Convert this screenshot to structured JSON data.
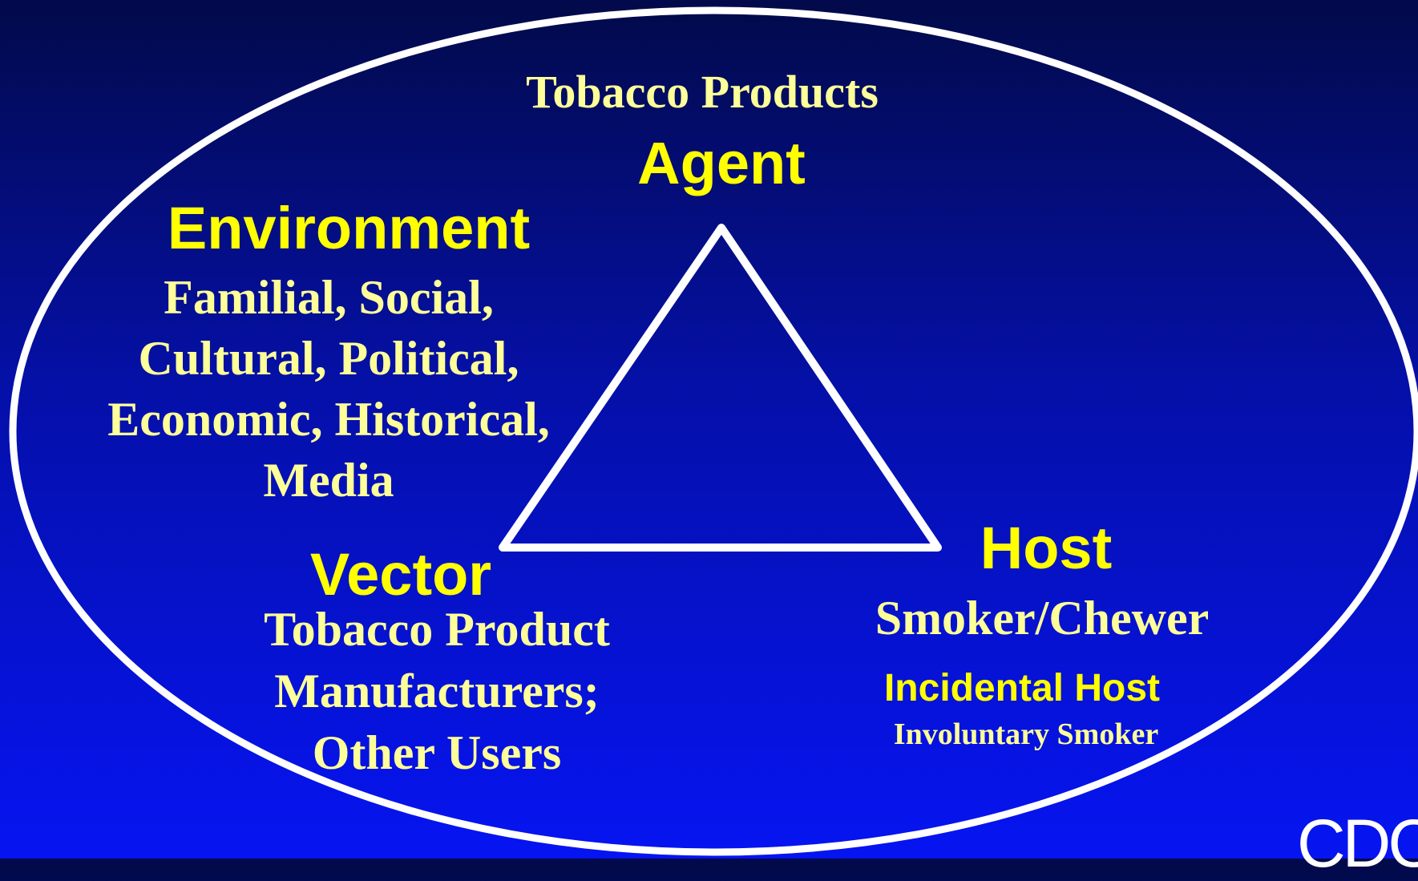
{
  "agent": {
    "subtitle": "Tobacco Products",
    "title": "Agent"
  },
  "environment": {
    "title": "Environment",
    "lines": [
      "Familial, Social,",
      "Cultural, Political,",
      "Economic, Historical,",
      "Media"
    ]
  },
  "vector": {
    "title": "Vector",
    "lines": [
      "Tobacco Product",
      "Manufacturers;",
      "Other Users"
    ]
  },
  "host": {
    "title": "Host",
    "detail": "Smoker/Chewer",
    "incidental_title": "Incidental Host",
    "incidental_detail": "Involuntary Smoker"
  },
  "logo": {
    "text": "CDC"
  },
  "colors": {
    "heading": "#ffff00",
    "body_text": "#ffff99",
    "outline": "#ffffff",
    "background_top": "#020a4a",
    "background_bottom": "#0614f2"
  }
}
